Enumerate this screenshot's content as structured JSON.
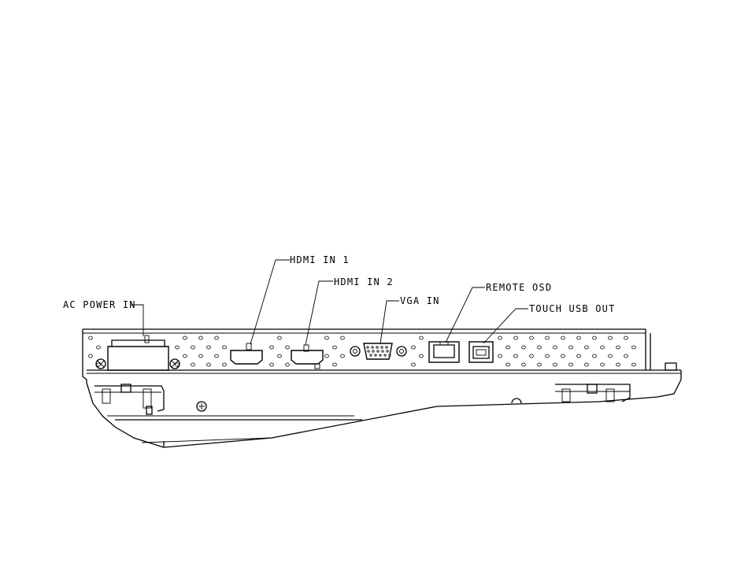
{
  "callouts": {
    "ac_power": "AC POWER IN",
    "hdmi1": "HDMI IN 1",
    "hdmi2": "HDMI IN 2",
    "vga": "VGA IN",
    "remote_osd": "REMOTE OSD",
    "touch_usb": "TOUCH USB OUT"
  }
}
